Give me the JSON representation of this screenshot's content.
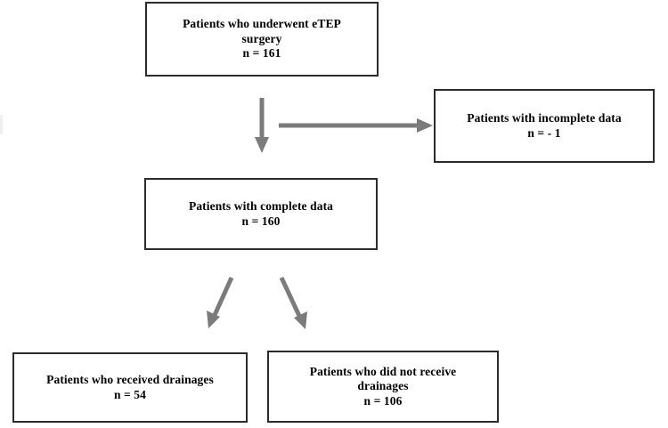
{
  "figure": {
    "type": "flowchart",
    "title": "eTEP surgery patient flow diagram",
    "orientation": "top-down",
    "colors": {
      "box_border": "#2b2b2b",
      "box_fill": "#ffffff",
      "arrow": "#7b7b7b",
      "text": "#000000",
      "background": "#ffffff"
    }
  },
  "nodes": [
    {
      "id": "etep",
      "name": "patients-underwent-etep",
      "line1": "Patients who underwent eTEP",
      "line2": "surgery",
      "count_label": "n = 161",
      "n": 161,
      "text": "Patients who underwent eTEP\nsurgery\nn = 161"
    },
    {
      "id": "incomplete",
      "name": "patients-incomplete-data",
      "line1": "Patients with incomplete data",
      "count_label": "n = - 1",
      "n": 1,
      "text": "Patients with incomplete data\nn = - 1"
    },
    {
      "id": "complete",
      "name": "patients-complete-data",
      "line1": "Patients with complete data",
      "count_label": "n = 160",
      "n": 160,
      "text": "Patients with complete data\nn = 160"
    },
    {
      "id": "drainages",
      "name": "patients-received-drainages",
      "line1": "Patients who received drainages",
      "count_label": "n = 54",
      "n": 54,
      "text": "Patients who received drainages\nn = 54"
    },
    {
      "id": "nodrainages",
      "name": "patients-no-drainages",
      "line1": "Patients who did not receive",
      "line2": "drainages",
      "count_label": "n = 106",
      "n": 106,
      "text": "Patients who did not receive\ndrainages\nn = 106"
    }
  ],
  "edges": [
    {
      "id": "e1",
      "name": "arrow-etep-to-complete",
      "from": "etep",
      "to": "complete",
      "direction": "down",
      "label": ""
    },
    {
      "id": "e2",
      "name": "arrow-etep-to-incomplete",
      "from": "etep",
      "to": "incomplete",
      "direction": "right",
      "label": ""
    },
    {
      "id": "e3",
      "name": "arrow-complete-to-drainages",
      "from": "complete",
      "to": "drainages",
      "direction": "down-left",
      "label": ""
    },
    {
      "id": "e4",
      "name": "arrow-complete-to-nodrainages",
      "from": "complete",
      "to": "nodrainages",
      "direction": "down-right",
      "label": ""
    }
  ]
}
